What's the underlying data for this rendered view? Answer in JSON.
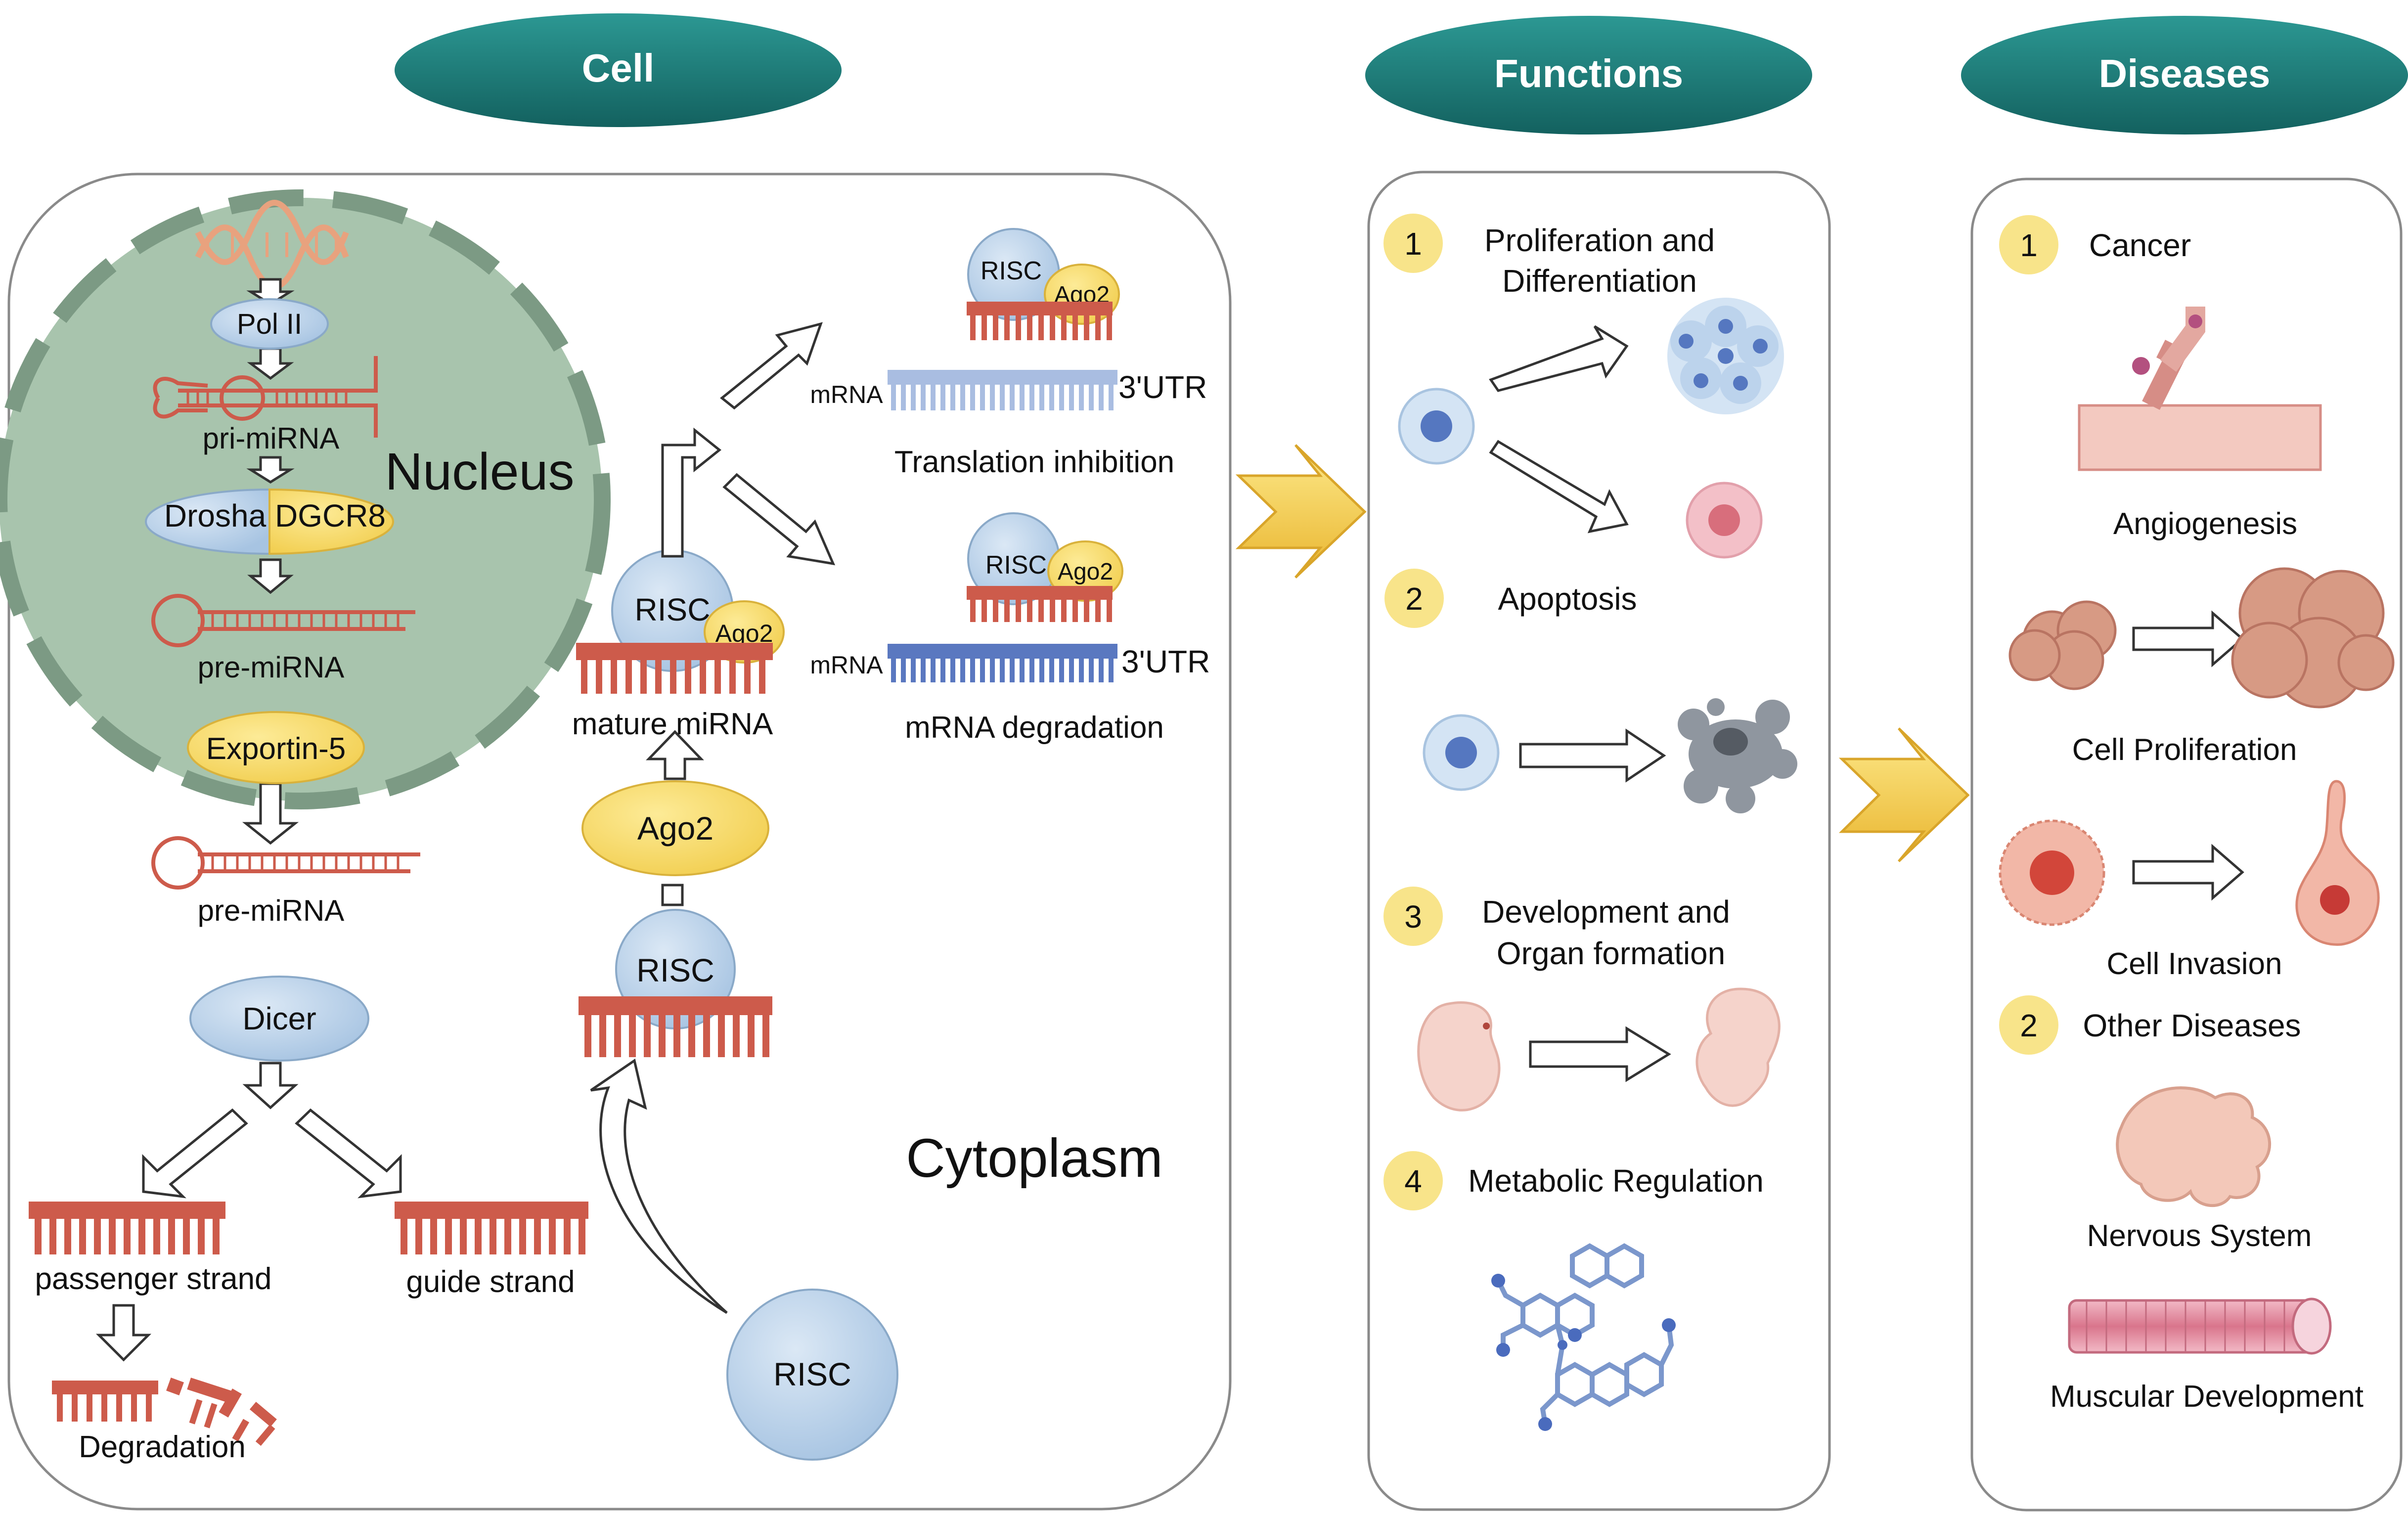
{
  "headers": {
    "cell": "Cell",
    "functions": "Functions",
    "diseases": "Diseases"
  },
  "cell_panel": {
    "nucleus_label": "Nucleus",
    "cytoplasm_label": "Cytoplasm",
    "pol2": "Pol II",
    "pri_mirna": "pri-miRNA",
    "drosha": "Drosha",
    "dgcr8": "DGCR8",
    "pre_mirna_nucleus": "pre-miRNA",
    "exportin": "Exportin-5",
    "pre_mirna_cyto": "pre-miRNA",
    "dicer": "Dicer",
    "passenger_strand": "passenger strand",
    "guide_strand": "guide strand",
    "degradation": "Degradation",
    "risc_free": "RISC",
    "risc_bound": "RISC",
    "ago2_free": "Ago2",
    "risc_mature": "RISC",
    "ago2_mature": "Ago2",
    "mature_mirna": "mature miRNA",
    "risc_top": "RISC",
    "ago2_top": "Ago2",
    "mrna_top": "mRNA",
    "utr_top": "3'UTR",
    "translation_inhibition": "Translation inhibition",
    "risc_bottom": "RISC",
    "ago2_bottom": "Ago2",
    "mrna_bottom": "mRNA",
    "utr_bottom": "3'UTR",
    "mrna_degradation": "mRNA degradation"
  },
  "functions": {
    "items": [
      {
        "num": "1",
        "line1": "Proliferation and",
        "line2": "Differentiation"
      },
      {
        "num": "2",
        "line1": "Apoptosis",
        "line2": ""
      },
      {
        "num": "3",
        "line1": "Development and",
        "line2": "Organ formation"
      },
      {
        "num": "4",
        "line1": "Metabolic Regulation",
        "line2": ""
      }
    ]
  },
  "diseases": {
    "cancer_num": "1",
    "cancer": "Cancer",
    "angiogenesis": "Angiogenesis",
    "cell_proliferation": "Cell Proliferation",
    "cell_invasion": "Cell Invasion",
    "other_num": "2",
    "other": "Other Diseases",
    "nervous": "Nervous System",
    "muscular": "Muscular Development"
  },
  "colors": {
    "header_teal": "#1e7f7c",
    "nucleus_green": "#a8c4ad",
    "nucleus_border": "#7c9a84",
    "risc_blue": "#b7d1e8",
    "ago_yellow": "#f8da6b",
    "rna_red": "#cd5b4b",
    "mrna_light": "#a9bde1",
    "mrna_dark": "#5a78c0",
    "panel_border": "#8a8a8a",
    "badge_yellow": "#f8e48a"
  }
}
